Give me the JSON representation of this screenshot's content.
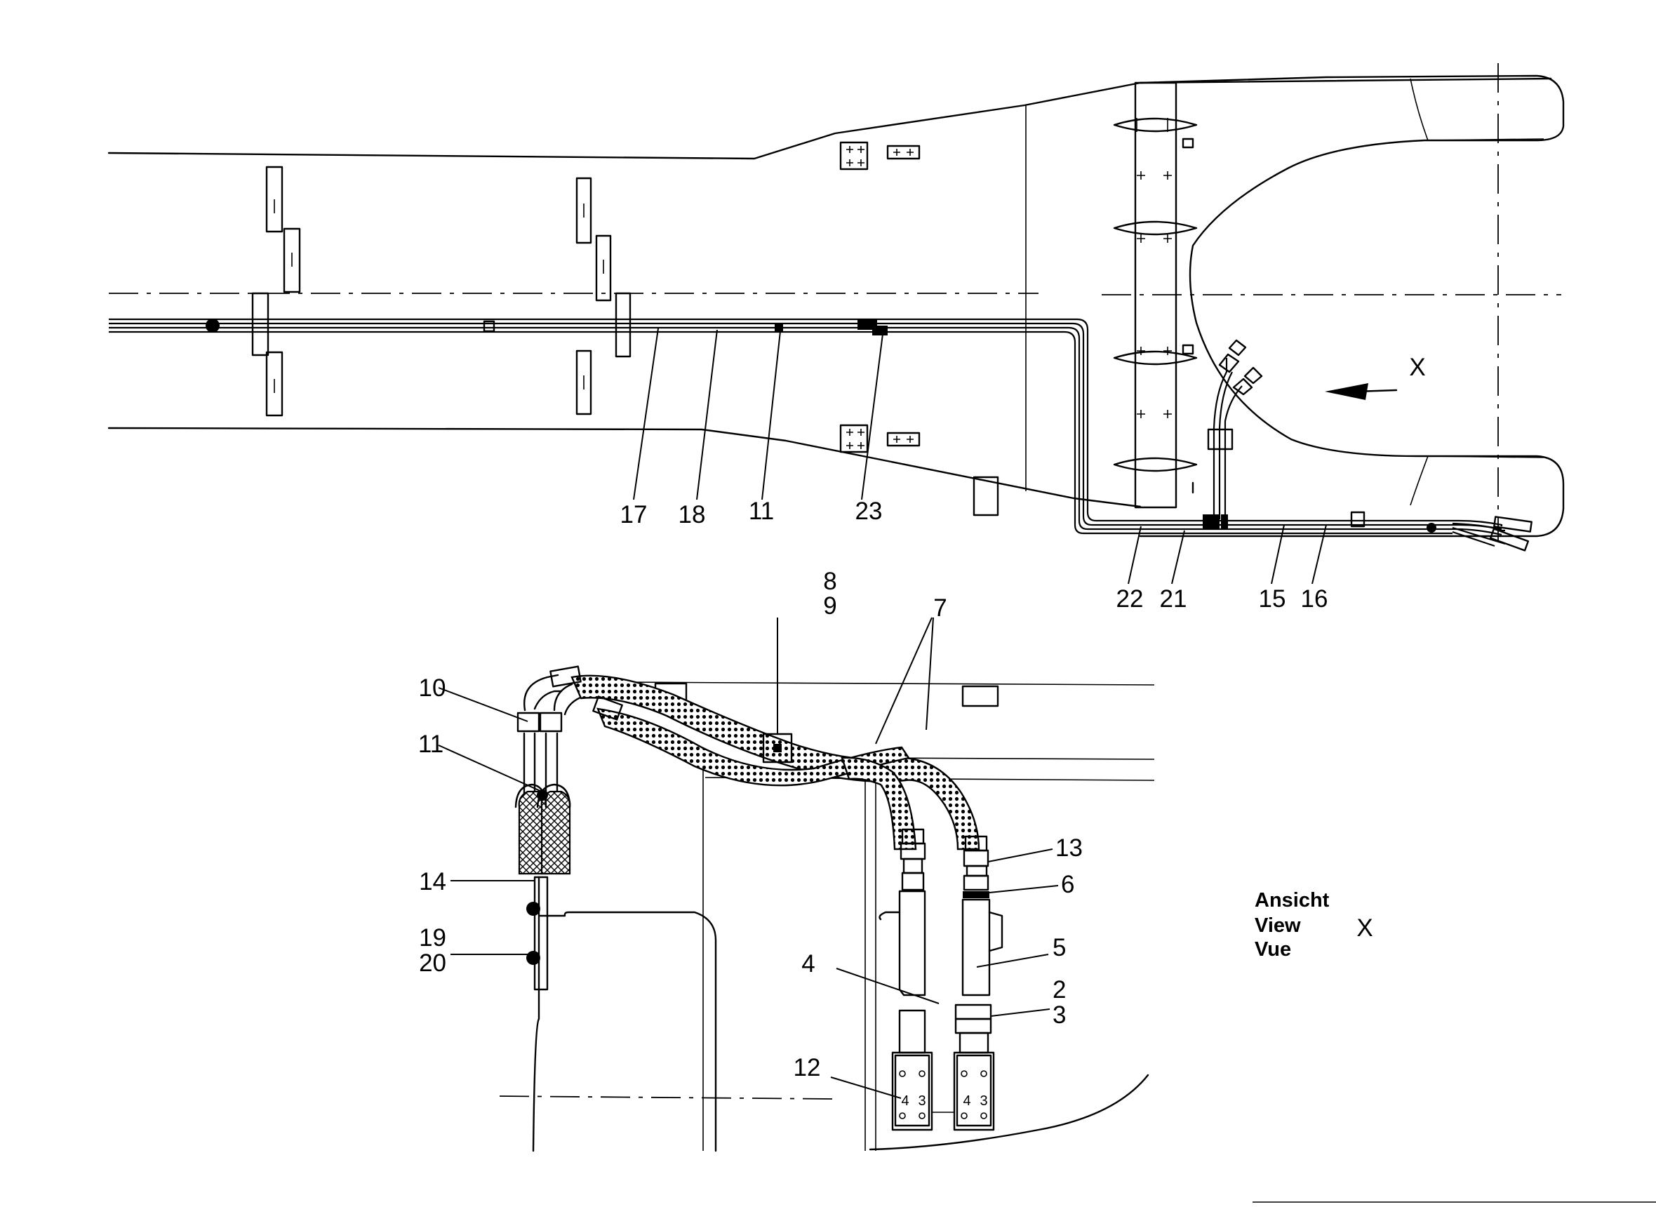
{
  "callouts_top": [
    "17",
    "18",
    "11",
    "23",
    "22",
    "21",
    "15",
    "16"
  ],
  "callouts_bottom": [
    "8",
    "9",
    "7",
    "10",
    "11",
    "13",
    "6",
    "5",
    "4",
    "2",
    "3",
    "12",
    "14",
    "19",
    "20"
  ],
  "view_marker": "X",
  "view_caption": {
    "line1": "Ansicht",
    "line2": "View",
    "line3": "Vue",
    "marker": "X"
  },
  "switch_terminals": [
    "4",
    "3"
  ],
  "colors": {
    "ink": "#000000",
    "paper": "#ffffff"
  }
}
